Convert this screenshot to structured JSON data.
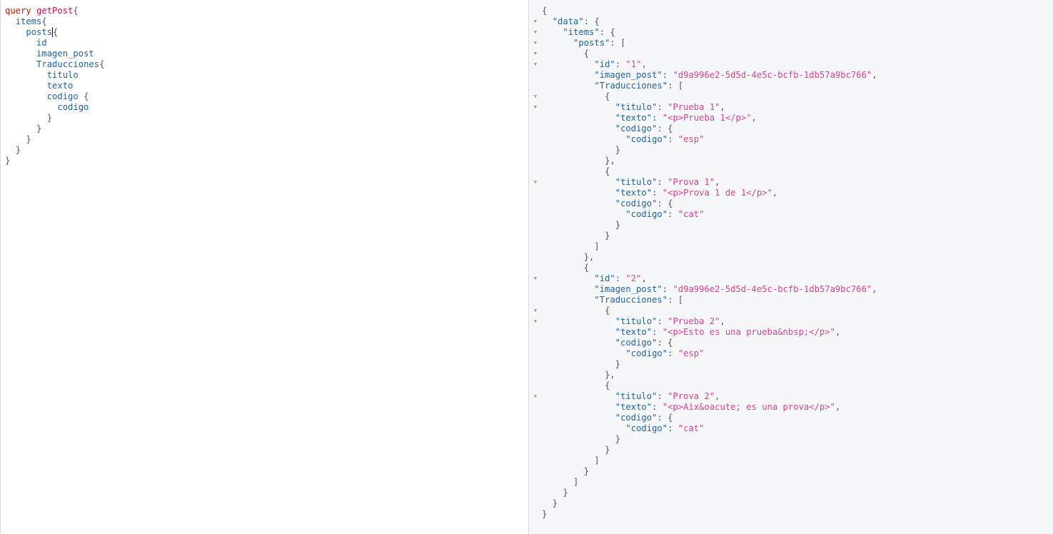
{
  "query_editor": {
    "lines": [
      [
        {
          "t": "keyword",
          "v": "query"
        },
        {
          "t": "plain",
          "v": " "
        },
        {
          "t": "def",
          "v": "getPost"
        },
        {
          "t": "punct",
          "v": "{"
        }
      ],
      [
        {
          "t": "plain",
          "v": "  "
        },
        {
          "t": "field",
          "v": "items"
        },
        {
          "t": "punct",
          "v": "{"
        }
      ],
      [
        {
          "t": "plain",
          "v": "    "
        },
        {
          "t": "field",
          "v": "posts"
        },
        {
          "t": "cursor",
          "v": "{"
        }
      ],
      [
        {
          "t": "plain",
          "v": "      "
        },
        {
          "t": "field",
          "v": "id"
        }
      ],
      [
        {
          "t": "plain",
          "v": "      "
        },
        {
          "t": "field",
          "v": "imagen_post"
        }
      ],
      [
        {
          "t": "plain",
          "v": "      "
        },
        {
          "t": "field",
          "v": "Traducciones"
        },
        {
          "t": "punct",
          "v": "{"
        }
      ],
      [
        {
          "t": "plain",
          "v": "        "
        },
        {
          "t": "field",
          "v": "titulo"
        }
      ],
      [
        {
          "t": "plain",
          "v": "        "
        },
        {
          "t": "field",
          "v": "texto"
        }
      ],
      [
        {
          "t": "plain",
          "v": "        "
        },
        {
          "t": "field",
          "v": "codigo"
        },
        {
          "t": "plain",
          "v": " "
        },
        {
          "t": "punct",
          "v": "{"
        }
      ],
      [
        {
          "t": "plain",
          "v": "          "
        },
        {
          "t": "field",
          "v": "codigo"
        }
      ],
      [
        {
          "t": "plain",
          "v": "        "
        },
        {
          "t": "punct",
          "v": "}"
        }
      ],
      [
        {
          "t": "plain",
          "v": "      "
        },
        {
          "t": "punct",
          "v": "}"
        }
      ],
      [
        {
          "t": "plain",
          "v": "    "
        },
        {
          "t": "punct",
          "v": "}"
        }
      ],
      [
        {
          "t": "plain",
          "v": "  "
        },
        {
          "t": "punct",
          "v": "}"
        }
      ],
      [
        {
          "t": "punct",
          "v": "}"
        }
      ]
    ]
  },
  "result_viewer": {
    "fold_marker_glyph": "▼",
    "fold_lines": [
      1,
      2,
      3,
      4,
      5,
      8,
      9,
      16,
      25,
      28,
      29,
      36
    ],
    "lines": [
      [
        {
          "t": "punct",
          "v": "{"
        }
      ],
      [
        {
          "t": "plain",
          "v": "  "
        },
        {
          "t": "key",
          "v": "\"data\""
        },
        {
          "t": "punct",
          "v": ": {"
        }
      ],
      [
        {
          "t": "plain",
          "v": "    "
        },
        {
          "t": "key",
          "v": "\"items\""
        },
        {
          "t": "punct",
          "v": ": {"
        }
      ],
      [
        {
          "t": "plain",
          "v": "      "
        },
        {
          "t": "key",
          "v": "\"posts\""
        },
        {
          "t": "punct",
          "v": ": ["
        }
      ],
      [
        {
          "t": "plain",
          "v": "        "
        },
        {
          "t": "punct",
          "v": "{"
        }
      ],
      [
        {
          "t": "plain",
          "v": "          "
        },
        {
          "t": "key",
          "v": "\"id\""
        },
        {
          "t": "punct",
          "v": ": "
        },
        {
          "t": "string",
          "v": "\"1\""
        },
        {
          "t": "punct",
          "v": ","
        }
      ],
      [
        {
          "t": "plain",
          "v": "          "
        },
        {
          "t": "key",
          "v": "\"imagen_post\""
        },
        {
          "t": "punct",
          "v": ": "
        },
        {
          "t": "string",
          "v": "\"d9a996e2-5d5d-4e5c-bcfb-1db57a9bc766\""
        },
        {
          "t": "punct",
          "v": ","
        }
      ],
      [
        {
          "t": "plain",
          "v": "          "
        },
        {
          "t": "key",
          "v": "\"Traducciones\""
        },
        {
          "t": "punct",
          "v": ": ["
        }
      ],
      [
        {
          "t": "plain",
          "v": "            "
        },
        {
          "t": "punct",
          "v": "{"
        }
      ],
      [
        {
          "t": "plain",
          "v": "              "
        },
        {
          "t": "key",
          "v": "\"titulo\""
        },
        {
          "t": "punct",
          "v": ": "
        },
        {
          "t": "string",
          "v": "\"Prueba 1\""
        },
        {
          "t": "punct",
          "v": ","
        }
      ],
      [
        {
          "t": "plain",
          "v": "              "
        },
        {
          "t": "key",
          "v": "\"texto\""
        },
        {
          "t": "punct",
          "v": ": "
        },
        {
          "t": "string",
          "v": "\"<p>Prueba 1</p>\""
        },
        {
          "t": "punct",
          "v": ","
        }
      ],
      [
        {
          "t": "plain",
          "v": "              "
        },
        {
          "t": "key",
          "v": "\"codigo\""
        },
        {
          "t": "punct",
          "v": ": {"
        }
      ],
      [
        {
          "t": "plain",
          "v": "                "
        },
        {
          "t": "key",
          "v": "\"codigo\""
        },
        {
          "t": "punct",
          "v": ": "
        },
        {
          "t": "string",
          "v": "\"esp\""
        }
      ],
      [
        {
          "t": "plain",
          "v": "              "
        },
        {
          "t": "punct",
          "v": "}"
        }
      ],
      [
        {
          "t": "plain",
          "v": "            "
        },
        {
          "t": "punct",
          "v": "},"
        }
      ],
      [
        {
          "t": "plain",
          "v": "            "
        },
        {
          "t": "punct",
          "v": "{"
        }
      ],
      [
        {
          "t": "plain",
          "v": "              "
        },
        {
          "t": "key",
          "v": "\"titulo\""
        },
        {
          "t": "punct",
          "v": ": "
        },
        {
          "t": "string",
          "v": "\"Prova 1\""
        },
        {
          "t": "punct",
          "v": ","
        }
      ],
      [
        {
          "t": "plain",
          "v": "              "
        },
        {
          "t": "key",
          "v": "\"texto\""
        },
        {
          "t": "punct",
          "v": ": "
        },
        {
          "t": "string",
          "v": "\"<p>Prova 1 de 1</p>\""
        },
        {
          "t": "punct",
          "v": ","
        }
      ],
      [
        {
          "t": "plain",
          "v": "              "
        },
        {
          "t": "key",
          "v": "\"codigo\""
        },
        {
          "t": "punct",
          "v": ": {"
        }
      ],
      [
        {
          "t": "plain",
          "v": "                "
        },
        {
          "t": "key",
          "v": "\"codigo\""
        },
        {
          "t": "punct",
          "v": ": "
        },
        {
          "t": "string",
          "v": "\"cat\""
        }
      ],
      [
        {
          "t": "plain",
          "v": "              "
        },
        {
          "t": "punct",
          "v": "}"
        }
      ],
      [
        {
          "t": "plain",
          "v": "            "
        },
        {
          "t": "punct",
          "v": "}"
        }
      ],
      [
        {
          "t": "plain",
          "v": "          "
        },
        {
          "t": "punct",
          "v": "]"
        }
      ],
      [
        {
          "t": "plain",
          "v": "        "
        },
        {
          "t": "punct",
          "v": "},"
        }
      ],
      [
        {
          "t": "plain",
          "v": "        "
        },
        {
          "t": "punct",
          "v": "{"
        }
      ],
      [
        {
          "t": "plain",
          "v": "          "
        },
        {
          "t": "key",
          "v": "\"id\""
        },
        {
          "t": "punct",
          "v": ": "
        },
        {
          "t": "string",
          "v": "\"2\""
        },
        {
          "t": "punct",
          "v": ","
        }
      ],
      [
        {
          "t": "plain",
          "v": "          "
        },
        {
          "t": "key",
          "v": "\"imagen_post\""
        },
        {
          "t": "punct",
          "v": ": "
        },
        {
          "t": "string",
          "v": "\"d9a996e2-5d5d-4e5c-bcfb-1db57a9bc766\""
        },
        {
          "t": "punct",
          "v": ","
        }
      ],
      [
        {
          "t": "plain",
          "v": "          "
        },
        {
          "t": "key",
          "v": "\"Traducciones\""
        },
        {
          "t": "punct",
          "v": ": ["
        }
      ],
      [
        {
          "t": "plain",
          "v": "            "
        },
        {
          "t": "punct",
          "v": "{"
        }
      ],
      [
        {
          "t": "plain",
          "v": "              "
        },
        {
          "t": "key",
          "v": "\"titulo\""
        },
        {
          "t": "punct",
          "v": ": "
        },
        {
          "t": "string",
          "v": "\"Prueba 2\""
        },
        {
          "t": "punct",
          "v": ","
        }
      ],
      [
        {
          "t": "plain",
          "v": "              "
        },
        {
          "t": "key",
          "v": "\"texto\""
        },
        {
          "t": "punct",
          "v": ": "
        },
        {
          "t": "string",
          "v": "\"<p>Esto es una prueba&nbsp;</p>\""
        },
        {
          "t": "punct",
          "v": ","
        }
      ],
      [
        {
          "t": "plain",
          "v": "              "
        },
        {
          "t": "key",
          "v": "\"codigo\""
        },
        {
          "t": "punct",
          "v": ": {"
        }
      ],
      [
        {
          "t": "plain",
          "v": "                "
        },
        {
          "t": "key",
          "v": "\"codigo\""
        },
        {
          "t": "punct",
          "v": ": "
        },
        {
          "t": "string",
          "v": "\"esp\""
        }
      ],
      [
        {
          "t": "plain",
          "v": "              "
        },
        {
          "t": "punct",
          "v": "}"
        }
      ],
      [
        {
          "t": "plain",
          "v": "            "
        },
        {
          "t": "punct",
          "v": "},"
        }
      ],
      [
        {
          "t": "plain",
          "v": "            "
        },
        {
          "t": "punct",
          "v": "{"
        }
      ],
      [
        {
          "t": "plain",
          "v": "              "
        },
        {
          "t": "key",
          "v": "\"titulo\""
        },
        {
          "t": "punct",
          "v": ": "
        },
        {
          "t": "string",
          "v": "\"Prova 2\""
        },
        {
          "t": "punct",
          "v": ","
        }
      ],
      [
        {
          "t": "plain",
          "v": "              "
        },
        {
          "t": "key",
          "v": "\"texto\""
        },
        {
          "t": "punct",
          "v": ": "
        },
        {
          "t": "string",
          "v": "\"<p>Aix&oacute; es una prova</p>\""
        },
        {
          "t": "punct",
          "v": ","
        }
      ],
      [
        {
          "t": "plain",
          "v": "              "
        },
        {
          "t": "key",
          "v": "\"codigo\""
        },
        {
          "t": "punct",
          "v": ": {"
        }
      ],
      [
        {
          "t": "plain",
          "v": "                "
        },
        {
          "t": "key",
          "v": "\"codigo\""
        },
        {
          "t": "punct",
          "v": ": "
        },
        {
          "t": "string",
          "v": "\"cat\""
        }
      ],
      [
        {
          "t": "plain",
          "v": "              "
        },
        {
          "t": "punct",
          "v": "}"
        }
      ],
      [
        {
          "t": "plain",
          "v": "            "
        },
        {
          "t": "punct",
          "v": "}"
        }
      ],
      [
        {
          "t": "plain",
          "v": "          "
        },
        {
          "t": "punct",
          "v": "]"
        }
      ],
      [
        {
          "t": "plain",
          "v": "        "
        },
        {
          "t": "punct",
          "v": "}"
        }
      ],
      [
        {
          "t": "plain",
          "v": "      "
        },
        {
          "t": "punct",
          "v": "]"
        }
      ],
      [
        {
          "t": "plain",
          "v": "    "
        },
        {
          "t": "punct",
          "v": "}"
        }
      ],
      [
        {
          "t": "plain",
          "v": "  "
        },
        {
          "t": "punct",
          "v": "}"
        }
      ],
      [
        {
          "t": "punct",
          "v": "}"
        }
      ]
    ]
  }
}
